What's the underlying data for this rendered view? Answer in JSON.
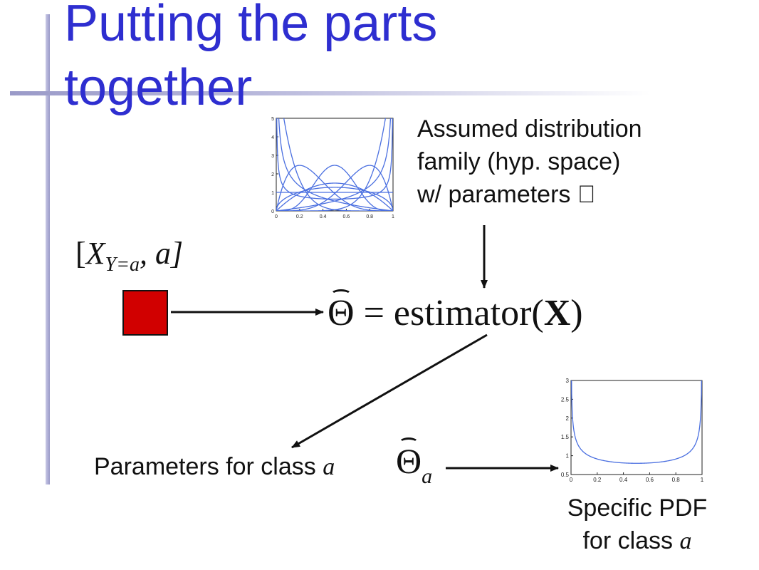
{
  "slide": {
    "title": "Putting the parts\ntogether",
    "assumed_label": "Assumed distribution\nfamily (hyp. space)\nw/ parameters ",
    "params_label": "Parameters for class ",
    "class_var": "a",
    "specific_line1": "Specific PDF",
    "specific_line2": "for class ",
    "input_bracket_open": "[",
    "input_x": "X",
    "input_sub": "Y=a",
    "input_rest": ", a]",
    "estimator_theta": "Θ",
    "estimator_eq": " = estimator(",
    "estimator_x": "X",
    "estimator_close": ")",
    "theta_a": "Θ",
    "theta_sub": "a",
    "colors": {
      "title": "#2e2ed0",
      "curve": "#4a6fe0",
      "box": "#d10000"
    }
  },
  "chart_data": [
    {
      "type": "line",
      "name": "beta-family",
      "xlim": [
        0,
        1
      ],
      "ylim": [
        0,
        5
      ],
      "xticks": [
        "0",
        "0.2",
        "0.4",
        "0.6",
        "0.8",
        "1"
      ],
      "yticks": [
        "0",
        "1",
        "2",
        "3",
        "4",
        "5"
      ],
      "series": [
        {
          "alpha": 5,
          "beta": 5
        },
        {
          "alpha": 0.5,
          "beta": 0.5
        },
        {
          "alpha": 1,
          "beta": 1
        },
        {
          "alpha": 2,
          "beta": 2
        },
        {
          "alpha": 2,
          "beta": 5
        },
        {
          "alpha": 5,
          "beta": 2
        },
        {
          "alpha": 0.5,
          "beta": 2
        },
        {
          "alpha": 2,
          "beta": 0.5
        },
        {
          "alpha": 8,
          "beta": 1
        },
        {
          "alpha": 1,
          "beta": 8
        },
        {
          "alpha": 1.5,
          "beta": 1.5
        }
      ]
    },
    {
      "type": "line",
      "name": "specific-pdf",
      "xlim": [
        0,
        1
      ],
      "ylim": [
        0.5,
        3
      ],
      "xticks": [
        "0",
        "0.2",
        "0.4",
        "0.6",
        "0.8",
        "1"
      ],
      "yticks": [
        "0.5",
        "1",
        "1.5",
        "2",
        "2.5",
        "3"
      ],
      "series": [
        {
          "alpha": 0.7,
          "beta": 0.7
        }
      ]
    }
  ]
}
